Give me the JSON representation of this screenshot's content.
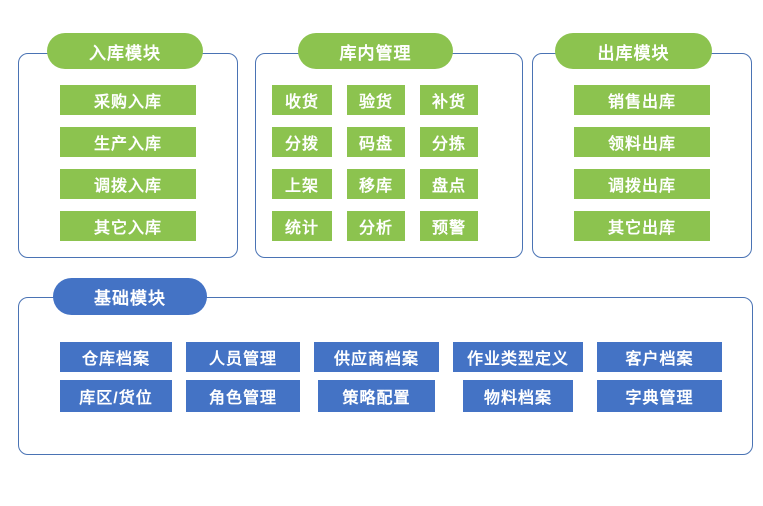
{
  "colors": {
    "module_green": "#8cc34f",
    "module_blue": "#4473c5",
    "panel_border": "#4a73b4"
  },
  "panels": {
    "inbound": {
      "title": "入库模块",
      "items": [
        "采购入库",
        "生产入库",
        "调拨入库",
        "其它入库"
      ]
    },
    "in_warehouse": {
      "title": "库内管理",
      "items": [
        "收货",
        "验货",
        "补货",
        "分拨",
        "码盘",
        "分拣",
        "上架",
        "移库",
        "盘点",
        "统计",
        "分析",
        "预警"
      ]
    },
    "outbound": {
      "title": "出库模块",
      "items": [
        "销售出库",
        "领料出库",
        "调拨出库",
        "其它出库"
      ]
    },
    "basic": {
      "title": "基础模块",
      "items": [
        "仓库档案",
        "人员管理",
        "供应商档案",
        "作业类型定义",
        "客户档案",
        "库区/货位",
        "角色管理",
        "策略配置",
        "物料档案",
        "字典管理"
      ]
    }
  }
}
